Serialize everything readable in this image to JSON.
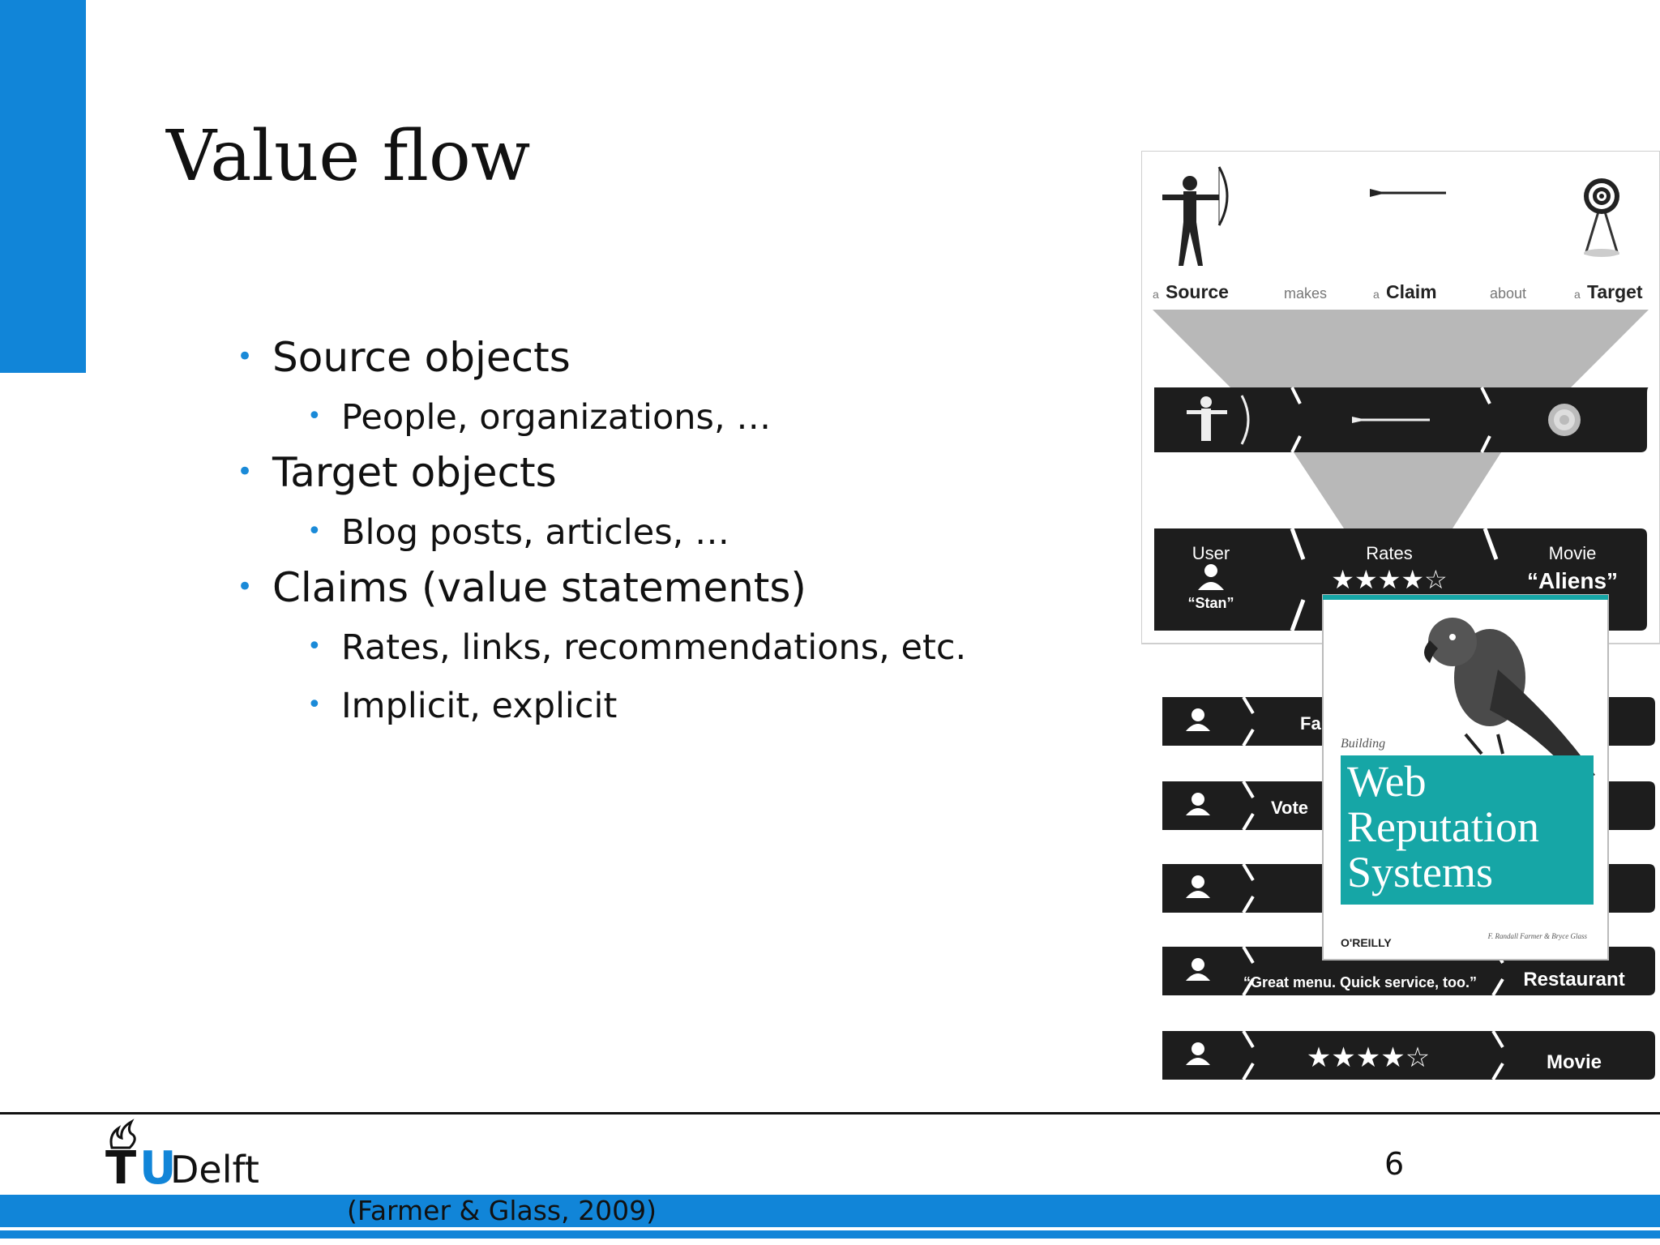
{
  "slide": {
    "title": "Value flow",
    "bullets": [
      {
        "text": "Source objects",
        "children": [
          {
            "text": "People, organizations, …"
          }
        ]
      },
      {
        "text": "Target objects",
        "children": [
          {
            "text": "Blog posts, articles, …"
          }
        ]
      },
      {
        "text": "Claims (value statements)",
        "children": [
          {
            "text": "Rates, links, recommendations, etc."
          },
          {
            "text": "Implicit, explicit"
          }
        ]
      }
    ],
    "bullet_marker": "•",
    "page_number": "6",
    "citation": "(Farmer & Glass, 2009)"
  },
  "logo": {
    "t": "T",
    "u": "U",
    "delft": "Delft"
  },
  "figure": {
    "header": {
      "small_a": "a",
      "source": "Source",
      "makes": "makes",
      "claim": "Claim",
      "about": "about",
      "target": "Target"
    },
    "example_row": {
      "user": "User",
      "user_name": "“Stan”",
      "rates": "Rates",
      "stars": "★★★★☆",
      "movie": "Movie",
      "movie_name": "“Aliens”"
    },
    "rows": [
      {
        "mid": "Fa",
        "right": ""
      },
      {
        "mid": "Vote",
        "right": ""
      },
      {
        "mid": "",
        "right": ""
      },
      {
        "mid": "“Great menu. Quick service, too.”",
        "right": "Restaurant"
      },
      {
        "mid": "★★★★☆",
        "right": "Movie"
      }
    ],
    "book": {
      "kicker": "Building",
      "title_lines": [
        "Web",
        "Reputation",
        "Systems"
      ],
      "publisher": "O'REILLY",
      "authors": "F. Randall Farmer & Bryce Glass"
    }
  },
  "colors": {
    "accent_blue": "#1185d8",
    "book_teal": "#16a6a6",
    "dark_bar": "#1d1d1d"
  }
}
